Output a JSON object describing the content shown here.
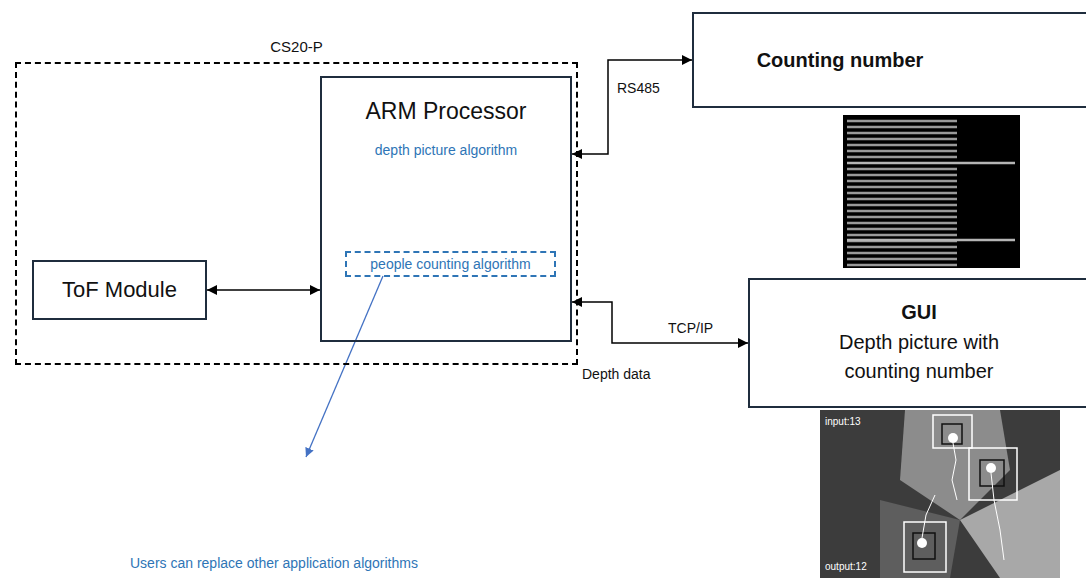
{
  "diagram": {
    "nodes": [
      {
        "text": [
          "CS20-P"
        ]
      },
      {
        "text": [
          "ToF Module"
        ],
        "in": 0
      },
      {
        "text": [
          "ARM Processor",
          "depth picture algorithm"
        ],
        "in": 0
      },
      {
        "text": [
          "people counting algorithm"
        ],
        "in": 2
      },
      {
        "text": [
          "Counting number"
        ]
      },
      {
        "text": [
          "GUI",
          "Depth picture with counting number"
        ]
      }
    ],
    "edges": [
      {
        "from": 1,
        "to": 2,
        "arrow": "both"
      },
      {
        "from": 2,
        "to": 4,
        "label": "RS485",
        "arrow": "both"
      },
      {
        "from": 2,
        "to": 5,
        "label": "TCP/IP",
        "arrow": "both"
      }
    ],
    "labels": [
      "Depth data",
      "Users can replace other application algorithms",
      "input:13",
      "output:12"
    ]
  }
}
